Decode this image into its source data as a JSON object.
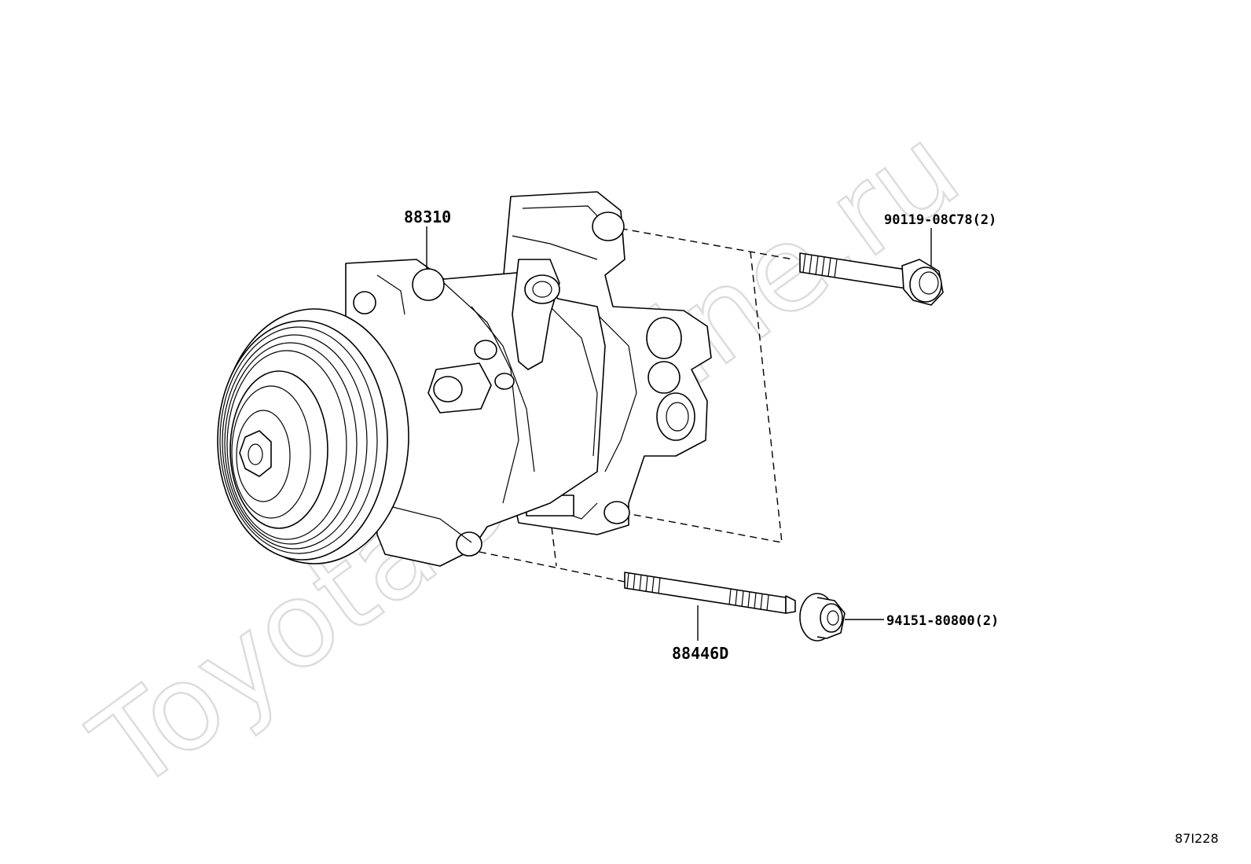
{
  "watermark": "ToyotaCarMine.ru",
  "illustration_id": "87I228",
  "callouts": {
    "compressor": "88310",
    "stud": "88446D",
    "bolt": "90119-08C78(2)",
    "nut": "94151-80800(2)"
  }
}
